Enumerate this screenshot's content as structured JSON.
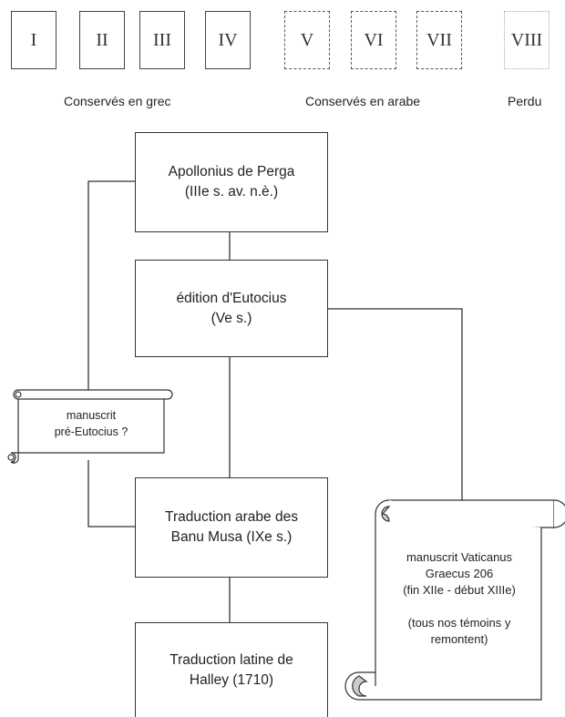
{
  "books": [
    "I",
    "II",
    "III",
    "IV",
    "V",
    "VI",
    "VII",
    "VIII"
  ],
  "groups": {
    "greek": "Conservés en grec",
    "arabic": "Conservés en arabe",
    "lost": "Perdu"
  },
  "nodes": {
    "apollonius": {
      "line1": "Apollonius de Perga",
      "line2": "(IIIe s. av. n.è.)"
    },
    "eutocius": {
      "line1": "édition d'Eutocius",
      "line2": "(Ve s.)"
    },
    "banu_musa": {
      "line1": "Traduction arabe des",
      "line2": "Banu Musa (IXe s.)"
    },
    "halley": {
      "line1": "Traduction latine de",
      "line2": "Halley (1710)"
    }
  },
  "manuscripts": {
    "pre_eutocius": {
      "line1": "manuscrit",
      "line2": "pré-Eutocius ?"
    },
    "vaticanus": {
      "line1": "manuscrit Vaticanus",
      "line2": "Graecus 206",
      "line3": "(fin XIIe - début XIIIe)",
      "line4": "(tous nos témoins y",
      "line5": "remontent)"
    }
  },
  "colors": {
    "stroke": "#333333",
    "scroll_fill": "#cccccc"
  }
}
